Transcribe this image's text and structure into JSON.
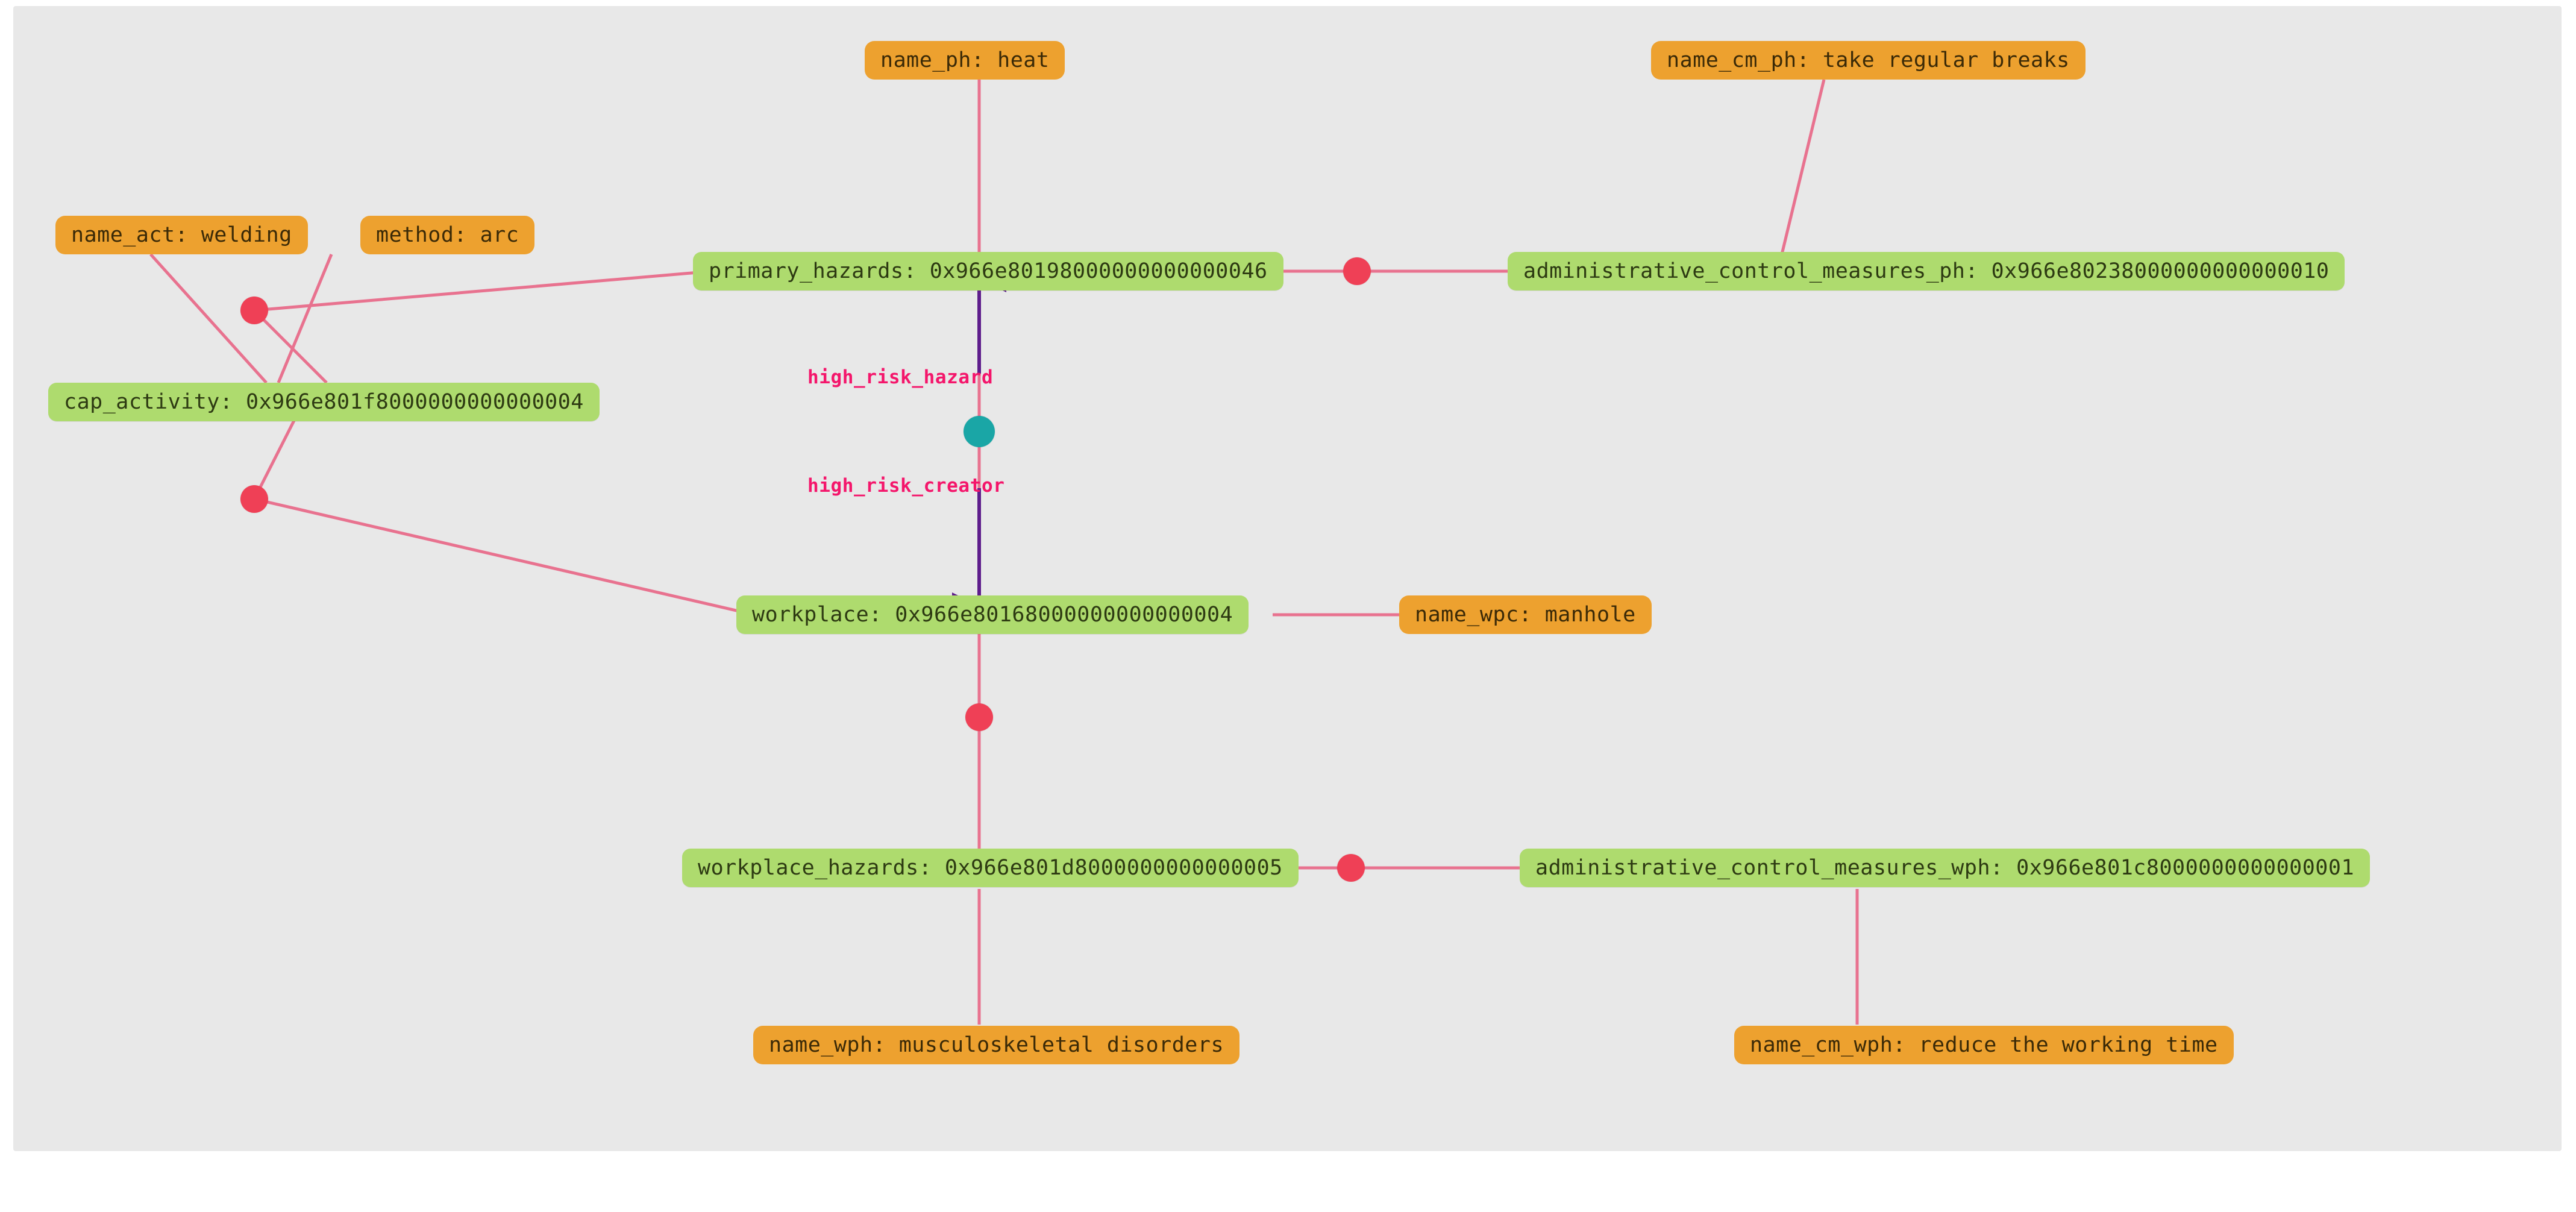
{
  "canvas": {
    "background_color": "#e8e8e8",
    "page_background_color": "#ffffff"
  },
  "colors": {
    "entity_node": "#aedb6e",
    "attribute_node": "#eda12f",
    "relation_dot": "#ef4056",
    "highlight_dot": "#1aa6a6",
    "edge_line": "#e8728f",
    "highlight_edge": "#7b1fa2",
    "edge_label_text": "#f4166b",
    "entity_text": "#2d3a12",
    "attribute_text": "#3b2a07"
  },
  "graph": {
    "type": "property-graph",
    "nodes": [
      {
        "id": "name_ph",
        "kind": "attribute",
        "label": "name_ph: heat",
        "key": "name_ph",
        "value": "heat"
      },
      {
        "id": "name_cm_ph",
        "kind": "attribute",
        "label": "name_cm_ph: take regular breaks",
        "key": "name_cm_ph",
        "value": "take regular breaks"
      },
      {
        "id": "name_act",
        "kind": "attribute",
        "label": "name_act: welding",
        "key": "name_act",
        "value": "welding"
      },
      {
        "id": "method",
        "kind": "attribute",
        "label": "method: arc",
        "key": "method",
        "value": "arc"
      },
      {
        "id": "primary_hazards",
        "kind": "entity",
        "label": "primary_hazards: 0x966e80198000000000000046",
        "key": "primary_hazards",
        "value": "0x966e80198000000000000046"
      },
      {
        "id": "administrative_control_measures_ph",
        "kind": "entity",
        "label": "administrative_control_measures_ph: 0x966e80238000000000000010",
        "key": "administrative_control_measures_ph",
        "value": "0x966e80238000000000000010"
      },
      {
        "id": "cap_activity",
        "kind": "entity",
        "label": "cap_activity: 0x966e801f8000000000000004",
        "key": "cap_activity",
        "value": "0x966e801f8000000000000004"
      },
      {
        "id": "workplace",
        "kind": "entity",
        "label": "workplace: 0x966e80168000000000000004",
        "key": "workplace",
        "value": "0x966e80168000000000000004"
      },
      {
        "id": "name_wpc",
        "kind": "attribute",
        "label": "name_wpc: manhole",
        "key": "name_wpc",
        "value": "manhole"
      },
      {
        "id": "workplace_hazards",
        "kind": "entity",
        "label": "workplace_hazards: 0x966e801d8000000000000005",
        "key": "workplace_hazards",
        "value": "0x966e801d8000000000000005"
      },
      {
        "id": "administrative_control_measures_wph",
        "kind": "entity",
        "label": "administrative_control_measures_wph: 0x966e801c8000000000000001",
        "key": "administrative_control_measures_wph",
        "value": "0x966e801c8000000000000001"
      },
      {
        "id": "name_wph",
        "kind": "attribute",
        "label": "name_wph: musculoskeletal disorders",
        "key": "name_wph",
        "value": "musculoskeletal disorders"
      },
      {
        "id": "name_cm_wph",
        "kind": "attribute",
        "label": "name_cm_wph: reduce the working time",
        "key": "name_cm_wph",
        "value": "reduce the working time"
      }
    ],
    "edge_labels": [
      {
        "id": "high_risk_hazard",
        "label": "high_risk_hazard"
      },
      {
        "id": "high_risk_creator",
        "label": "high_risk_creator"
      }
    ],
    "relation_dots": [
      {
        "id": "rel-activity-hazard",
        "color": "#ef4056"
      },
      {
        "id": "rel-activity-workplace",
        "color": "#ef4056"
      },
      {
        "id": "rel-ph-acm",
        "color": "#ef4056"
      },
      {
        "id": "rel-workplace-wph",
        "color": "#ef4056"
      },
      {
        "id": "rel-wph-acm",
        "color": "#ef4056"
      },
      {
        "id": "rel-high-risk",
        "color": "#1aa6a6"
      }
    ]
  }
}
